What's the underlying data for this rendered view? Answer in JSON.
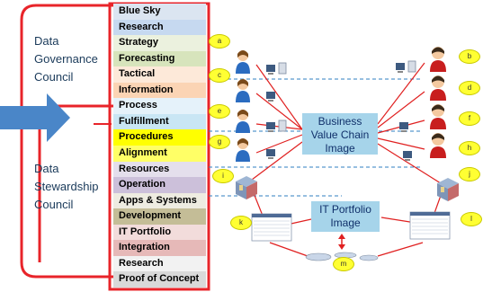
{
  "left_groups": {
    "governance": [
      "Data",
      "Governance",
      "Council"
    ],
    "stewardship": [
      "Data",
      "Stewardship",
      "Council"
    ]
  },
  "layers": [
    {
      "label": "Blue Sky",
      "color": "#dbe5f1"
    },
    {
      "label": "Research",
      "color": "#c6d9f0"
    },
    {
      "label": "Strategy",
      "color": "#ebf1de"
    },
    {
      "label": "Forecasting",
      "color": "#d7e4bc"
    },
    {
      "label": "Tactical",
      "color": "#fde9d9"
    },
    {
      "label": "Information",
      "color": "#fbd4b4"
    },
    {
      "label": "Process",
      "color": "#e5f2fa"
    },
    {
      "label": "Fulfillment",
      "color": "#c9e6f4"
    },
    {
      "label": "Procedures",
      "color": "#ffff00"
    },
    {
      "label": "Alignment",
      "color": "#ffff66"
    },
    {
      "label": "Resources",
      "color": "#e4dfec"
    },
    {
      "label": "Operation",
      "color": "#ccc0da"
    },
    {
      "label": "Apps & Systems",
      "color": "#eeece1"
    },
    {
      "label": "Development",
      "color": "#c4bd97"
    },
    {
      "label": "IT Portfolio",
      "color": "#f2dcdb"
    },
    {
      "label": "Integration",
      "color": "#e6b9b8"
    },
    {
      "label": "Research",
      "color": "#f2f2f2"
    },
    {
      "label": "Proof of Concept",
      "color": "#d9d9d9"
    }
  ],
  "center_boxes": {
    "business": [
      "Business",
      "Value Chain",
      "Image"
    ],
    "portfolio": [
      "IT Portfolio",
      "Image"
    ]
  },
  "bubbles": [
    "a",
    "b",
    "c",
    "d",
    "e",
    "f",
    "g",
    "h",
    "i",
    "j",
    "k",
    "l",
    "m"
  ],
  "colors": {
    "frame_red": "#e8242a",
    "arrow_blue": "#4a86c8",
    "box_fill": "#a6d4ea",
    "bubble_yellow": "#ffff33",
    "dash_blue": "#2f7fc0"
  }
}
